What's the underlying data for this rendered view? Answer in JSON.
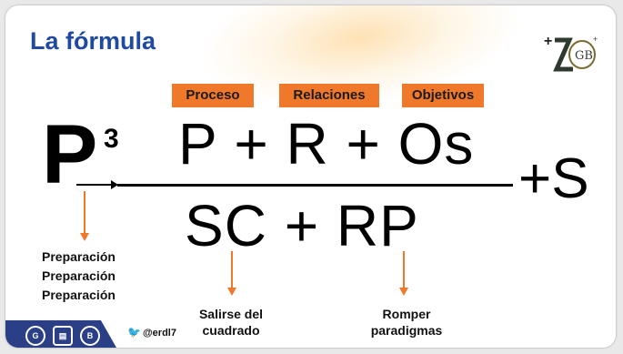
{
  "slide": {
    "title": "La fórmula",
    "tags": {
      "proceso": "Proceso",
      "relaciones": "Relaciones",
      "objetivos": "Objetivos"
    },
    "formula": {
      "base": "P",
      "exponent": "3",
      "numerator": "P + R + Os",
      "denominator": "SC + RP",
      "suffix": "+S"
    },
    "preparacion": [
      "Preparación",
      "Preparación",
      "Preparación"
    ],
    "salirse": [
      "Salirse del",
      "cuadrado"
    ],
    "romper": [
      "Romper",
      "paradigmas"
    ],
    "handle": "@erdl7",
    "footer_icons": [
      "gb-badge-icon",
      "bus-icon",
      "bl-badge-icon"
    ],
    "colors": {
      "title": "#1f4aa0",
      "tag": "#f0782b",
      "footer_bar": "#2a3f86"
    }
  }
}
